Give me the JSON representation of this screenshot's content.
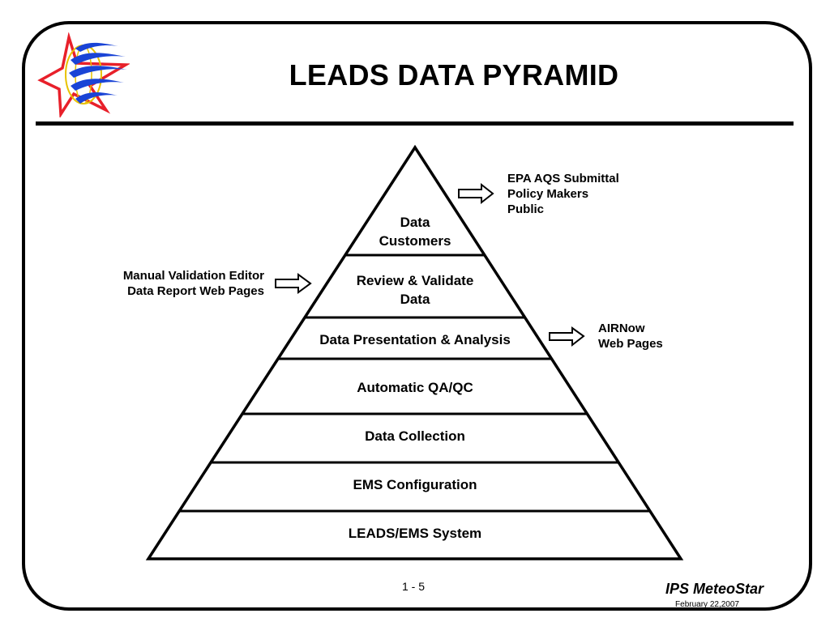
{
  "title": "LEADS DATA PYRAMID",
  "logo": {
    "icon": "star-globe-logo",
    "colors": {
      "star": "#e8202a",
      "globe": "#e8c200",
      "swooshes": "#1a44d6"
    }
  },
  "pyramid": {
    "layers": [
      {
        "lines": [
          "Data",
          "Customers"
        ]
      },
      {
        "lines": [
          "Review & Validate",
          "Data"
        ]
      },
      {
        "lines": [
          "Data Presentation & Analysis"
        ]
      },
      {
        "lines": [
          "Automatic QA/QC"
        ]
      },
      {
        "lines": [
          "Data Collection"
        ]
      },
      {
        "lines": [
          "EMS Configuration"
        ]
      },
      {
        "lines": [
          "LEADS/EMS System"
        ]
      }
    ]
  },
  "notes": {
    "right_top": [
      "EPA AQS Submittal",
      "Policy Makers",
      "Public"
    ],
    "left": [
      "Manual Validation Editor",
      "Data Report Web Pages"
    ],
    "right_mid": [
      "AIRNow",
      "Web Pages"
    ]
  },
  "arrow_icon": "right-arrow-icon",
  "footer": {
    "page": "1 - 5",
    "brand": "IPS MeteoStar",
    "date": "February 22,2007"
  }
}
